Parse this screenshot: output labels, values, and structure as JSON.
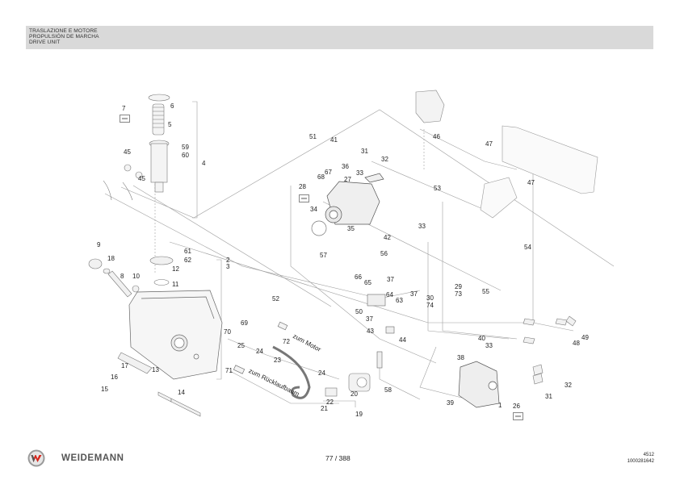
{
  "header": {
    "title_it": "TRASLAZIONE E MOTORE",
    "title_es": "PROPULSIÓN DE MARCHA",
    "title_en": "DRIVE UNIT"
  },
  "diagram": {
    "annotations": {
      "to_motor": "zum Motor",
      "to_return": "zum Rücklaufbaum"
    },
    "callouts": {
      "c1": "1",
      "c2": "2",
      "c3": "3",
      "c4": "4",
      "c5": "5",
      "c6": "6",
      "c7": "7",
      "c8": "8",
      "c9": "9",
      "c10": "10",
      "c11": "11",
      "c12": "12",
      "c13": "13",
      "c14": "14",
      "c15": "15",
      "c16": "16",
      "c17": "17",
      "c18": "18",
      "c19": "19",
      "c20": "20",
      "c21": "21",
      "c22": "22",
      "c23": "23",
      "c24a": "24",
      "c24b": "24",
      "c25": "25",
      "c26": "26",
      "c27": "27",
      "c28": "28",
      "c29": "29",
      "c30": "30",
      "c31a": "31",
      "c31b": "31",
      "c32a": "32",
      "c32b": "32",
      "c33a": "33",
      "c33b": "33",
      "c33c": "33",
      "c34": "34",
      "c35": "35",
      "c36": "36",
      "c37a": "37",
      "c37b": "37",
      "c37c": "37",
      "c38": "38",
      "c39": "39",
      "c40": "40",
      "c41": "41",
      "c42": "42",
      "c43": "43",
      "c44": "44",
      "c45a": "45",
      "c45b": "45",
      "c46": "46",
      "c47a": "47",
      "c47b": "47",
      "c48": "48",
      "c49": "49",
      "c50": "50",
      "c51": "51",
      "c52": "52",
      "c53": "53",
      "c54": "54",
      "c55": "55",
      "c56": "56",
      "c57": "57",
      "c58": "58",
      "c59": "59",
      "c60": "60",
      "c61": "61",
      "c62": "62",
      "c63": "63",
      "c64": "64",
      "c65": "65",
      "c66": "66",
      "c67": "67",
      "c68": "68",
      "c69": "69",
      "c70": "70",
      "c71": "71",
      "c72": "72",
      "c73": "73",
      "c74": "74"
    }
  },
  "footer": {
    "brand": "WEIDEMANN",
    "page": "77 / 388",
    "ref_code": "4512",
    "doc_number": "1000281642"
  },
  "colors": {
    "header_bg": "#d9d9d9",
    "brand_red": "#d8261c",
    "brand_gray": "#555555",
    "line_gray": "#9a9a9a"
  }
}
